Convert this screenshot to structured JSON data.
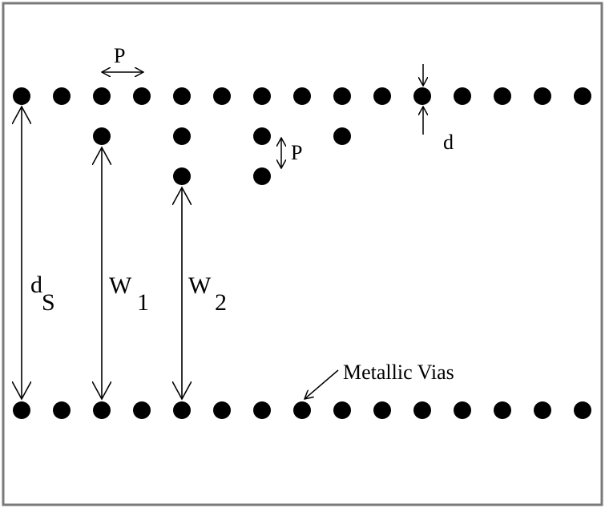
{
  "labels": {
    "pitch_top": "P",
    "pitch_side": "P",
    "diameter": "d",
    "spacing_main": "d",
    "spacing_main_sub": "S",
    "width_1": "W",
    "width_1_sub": "1",
    "width_2": "W",
    "width_2_sub": "2",
    "metallic_vias": "Metallic Vias"
  },
  "colors": {
    "via": "#000000",
    "line": "#000000",
    "frame": "#7a7a7a",
    "background": "#ffffff"
  }
}
